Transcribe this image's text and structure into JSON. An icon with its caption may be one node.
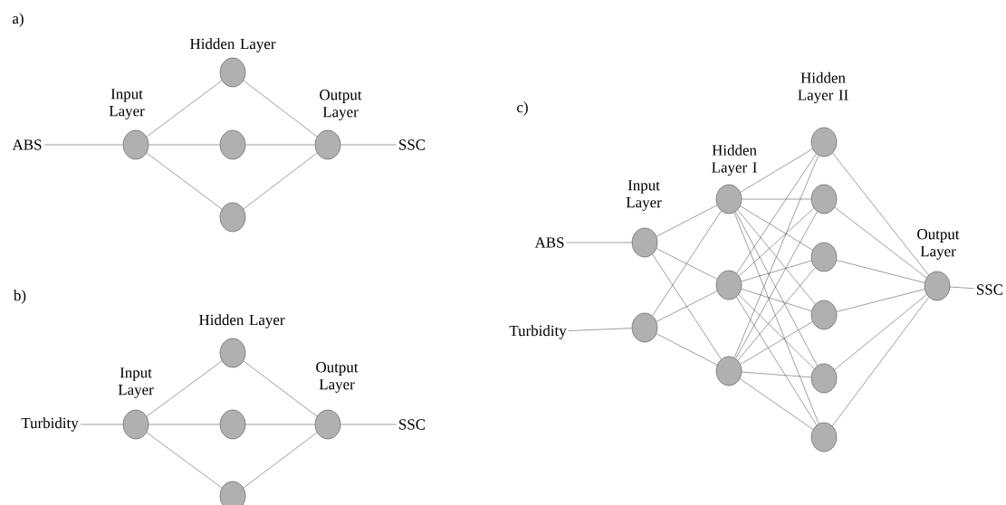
{
  "diagram": {
    "nodes": [
      {
        "text": [
          "ABS"
        ]
      },
      {
        "text": [],
        "shape": "circle"
      },
      {
        "text": [],
        "shape": "circle"
      },
      {
        "text": [],
        "shape": "circle"
      },
      {
        "text": [],
        "shape": "circle"
      },
      {
        "text": [],
        "shape": "circle"
      },
      {
        "text": [
          "SSC"
        ]
      },
      {
        "text": [
          "Turbidity"
        ]
      },
      {
        "text": [],
        "shape": "circle"
      },
      {
        "text": [],
        "shape": "circle"
      },
      {
        "text": [],
        "shape": "circle"
      },
      {
        "text": [],
        "shape": "circle"
      },
      {
        "text": [],
        "shape": "circle"
      },
      {
        "text": [
          "SSC"
        ]
      },
      {
        "text": [
          "ABS"
        ]
      },
      {
        "text": [
          "Turbidity"
        ]
      },
      {
        "text": [],
        "shape": "circle"
      },
      {
        "text": [],
        "shape": "circle"
      },
      {
        "text": [],
        "shape": "circle"
      },
      {
        "text": [],
        "shape": "circle"
      },
      {
        "text": [],
        "shape": "circle"
      },
      {
        "text": [],
        "shape": "circle"
      },
      {
        "text": [],
        "shape": "circle"
      },
      {
        "text": [],
        "shape": "circle"
      },
      {
        "text": [],
        "shape": "circle"
      },
      {
        "text": [],
        "shape": "circle"
      },
      {
        "text": [],
        "shape": "circle"
      },
      {
        "text": [],
        "shape": "circle"
      },
      {
        "text": [
          "SSC"
        ]
      }
    ],
    "edges": [
      {
        "from": 0,
        "to": 1,
        "arrow": "none"
      },
      {
        "from": 1,
        "to": 2,
        "arrow": "none"
      },
      {
        "from": 1,
        "to": 3,
        "arrow": "none"
      },
      {
        "from": 1,
        "to": 4,
        "arrow": "none"
      },
      {
        "from": 2,
        "to": 5,
        "arrow": "none"
      },
      {
        "from": 3,
        "to": 5,
        "arrow": "none"
      },
      {
        "from": 4,
        "to": 5,
        "arrow": "none"
      },
      {
        "from": 5,
        "to": 6,
        "arrow": "none"
      },
      {
        "from": 7,
        "to": 8,
        "arrow": "none"
      },
      {
        "from": 8,
        "to": 9,
        "arrow": "none"
      },
      {
        "from": 8,
        "to": 10,
        "arrow": "none"
      },
      {
        "from": 8,
        "to": 11,
        "arrow": "none"
      },
      {
        "from": 9,
        "to": 12,
        "arrow": "none"
      },
      {
        "from": 10,
        "to": 12,
        "arrow": "none"
      },
      {
        "from": 11,
        "to": 12,
        "arrow": "none"
      },
      {
        "from": 12,
        "to": 13,
        "arrow": "none"
      },
      {
        "from": 14,
        "to": 16,
        "arrow": "none"
      },
      {
        "from": 15,
        "to": 17,
        "arrow": "none"
      },
      {
        "from": 16,
        "to": 18,
        "arrow": "none"
      },
      {
        "from": 16,
        "to": 19,
        "arrow": "none"
      },
      {
        "from": 16,
        "to": 20,
        "arrow": "none"
      },
      {
        "from": 17,
        "to": 18,
        "arrow": "none"
      },
      {
        "from": 17,
        "to": 19,
        "arrow": "none"
      },
      {
        "from": 17,
        "to": 20,
        "arrow": "none"
      },
      {
        "from": 18,
        "to": 21,
        "arrow": "none"
      },
      {
        "from": 18,
        "to": 22,
        "arrow": "none"
      },
      {
        "from": 18,
        "to": 23,
        "arrow": "none"
      },
      {
        "from": 18,
        "to": 24,
        "arrow": "none"
      },
      {
        "from": 18,
        "to": 25,
        "arrow": "none"
      },
      {
        "from": 18,
        "to": 26,
        "arrow": "none"
      },
      {
        "from": 19,
        "to": 21,
        "arrow": "none"
      },
      {
        "from": 19,
        "to": 22,
        "arrow": "none"
      },
      {
        "from": 19,
        "to": 23,
        "arrow": "none"
      },
      {
        "from": 19,
        "to": 24,
        "arrow": "none"
      },
      {
        "from": 19,
        "to": 25,
        "arrow": "none"
      },
      {
        "from": 19,
        "to": 26,
        "arrow": "none"
      },
      {
        "from": 20,
        "to": 21,
        "arrow": "none"
      },
      {
        "from": 20,
        "to": 22,
        "arrow": "none"
      },
      {
        "from": 20,
        "to": 23,
        "arrow": "none"
      },
      {
        "from": 20,
        "to": 24,
        "arrow": "none"
      },
      {
        "from": 20,
        "to": 25,
        "arrow": "none"
      },
      {
        "from": 20,
        "to": 26,
        "arrow": "none"
      },
      {
        "from": 21,
        "to": 27,
        "arrow": "none"
      },
      {
        "from": 22,
        "to": 27,
        "arrow": "none"
      },
      {
        "from": 23,
        "to": 27,
        "arrow": "none"
      },
      {
        "from": 24,
        "to": 27,
        "arrow": "none"
      },
      {
        "from": 25,
        "to": 27,
        "arrow": "none"
      },
      {
        "from": 26,
        "to": 27,
        "arrow": "none"
      },
      {
        "from": 27,
        "to": 28,
        "arrow": "none"
      }
    ],
    "labels": [
      "a)",
      "Hidden Layer",
      "Input Layer",
      "Output Layer",
      "b)",
      "Hidden Layer",
      "Input Layer",
      "Output Layer",
      "c)",
      "Hidden Layer II",
      "Hidden Layer I",
      "Input Layer",
      "Output Layer"
    ]
  }
}
